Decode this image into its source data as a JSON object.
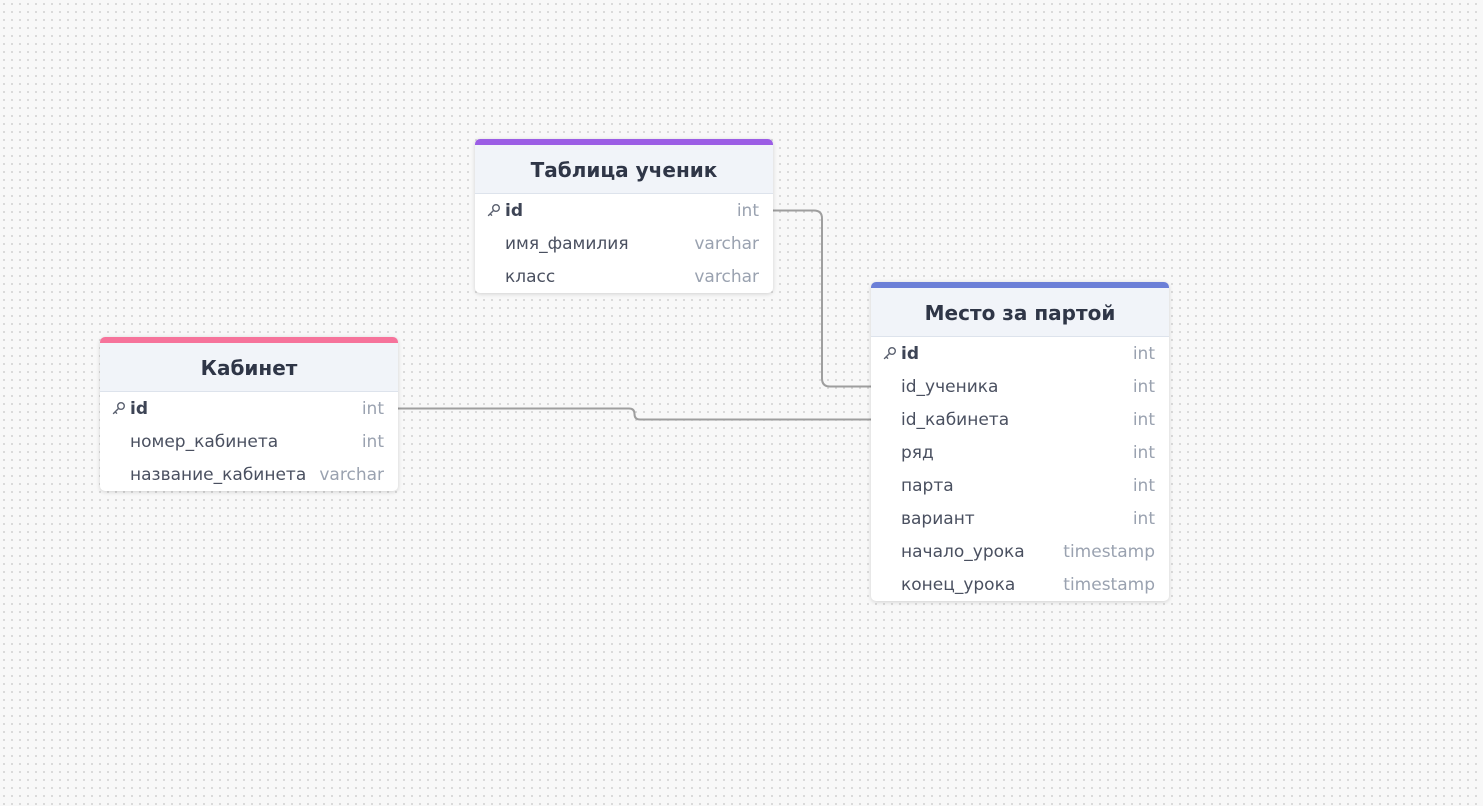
{
  "tables": [
    {
      "id": "students",
      "title": "Таблица ученик",
      "color": "#9b5de5",
      "columns": [
        {
          "name": "id",
          "type": "int",
          "pk": true
        },
        {
          "name": "имя_фамилия",
          "type": "varchar",
          "pk": false
        },
        {
          "name": "класс",
          "type": "varchar",
          "pk": false
        }
      ]
    },
    {
      "id": "rooms",
      "title": "Кабинет",
      "color": "#f6739b",
      "columns": [
        {
          "name": "id",
          "type": "int",
          "pk": true
        },
        {
          "name": "номер_кабинета",
          "type": "int",
          "pk": false
        },
        {
          "name": "название_кабинета",
          "type": "varchar",
          "pk": false
        }
      ]
    },
    {
      "id": "seats",
      "title": "Место за партой",
      "color": "#6b7fd7",
      "columns": [
        {
          "name": "id",
          "type": "int",
          "pk": true
        },
        {
          "name": "id_ученика",
          "type": "int",
          "pk": false
        },
        {
          "name": "id_кабинета",
          "type": "int",
          "pk": false
        },
        {
          "name": "ряд",
          "type": "int",
          "pk": false
        },
        {
          "name": "парта",
          "type": "int",
          "pk": false
        },
        {
          "name": "вариант",
          "type": "int",
          "pk": false
        },
        {
          "name": "начало_урока",
          "type": "timestamp",
          "pk": false
        },
        {
          "name": "конец_урока",
          "type": "timestamp",
          "pk": false
        }
      ]
    }
  ],
  "relations": [
    {
      "from_table": "students",
      "from_column": "id",
      "to_table": "seats",
      "to_column": "id_ученика"
    },
    {
      "from_table": "rooms",
      "from_column": "id",
      "to_table": "seats",
      "to_column": "id_кабинета"
    }
  ],
  "icons": {
    "primary_key": "key-icon"
  },
  "colors": {
    "connector": "#9e9e9e"
  }
}
